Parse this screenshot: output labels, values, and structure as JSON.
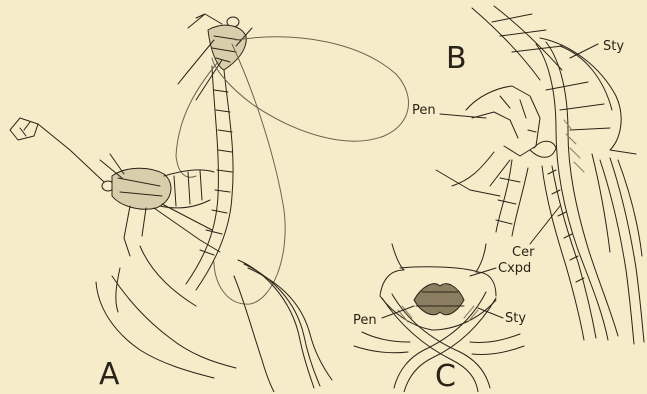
{
  "panels": {
    "a": {
      "label": "A"
    },
    "b": {
      "label": "B",
      "callouts": {
        "sty": "Sty",
        "pen": "Pen",
        "cer": "Cer"
      }
    },
    "c": {
      "label": "C",
      "callouts": {
        "cxpd": "Cxpd",
        "pen": "Pen",
        "sty": "Sty"
      }
    }
  },
  "colors": {
    "background": "#f6ecc9",
    "ink": "#2a2418"
  }
}
